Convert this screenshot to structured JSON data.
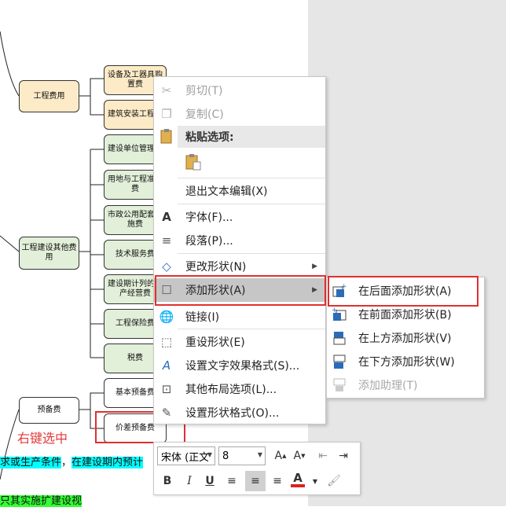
{
  "diagram": {
    "root_boxes": [
      {
        "id": "cost",
        "text": "工程费用"
      },
      {
        "id": "other",
        "text": "工程建设其他费用"
      },
      {
        "id": "reserve",
        "text": "预备费"
      }
    ],
    "leaf_boxes": [
      {
        "text": "设备及工器具购置费"
      },
      {
        "text": "建筑安装工程费"
      },
      {
        "text": "建设单位管理费"
      },
      {
        "text": "用地与工程准备费"
      },
      {
        "text": "市政公用配套设施费"
      },
      {
        "text": "技术服务费"
      },
      {
        "text": "建设期计列的生产经营费"
      },
      {
        "text": "工程保险费"
      },
      {
        "text": "税费"
      },
      {
        "text": "基本预备费"
      },
      {
        "text": "价差预备费"
      }
    ],
    "annotation": "右键选中"
  },
  "document_text": {
    "line1_part1": "求或生产条件",
    "line1_sep": "，",
    "line1_part2": "在建设期内预计",
    "line2": "只其实施扩建设视"
  },
  "context_menu": {
    "items": [
      {
        "label": "剪切(T)",
        "icon": "scissors-icon",
        "disabled": true
      },
      {
        "label": "复制(C)",
        "icon": "copy-icon",
        "disabled": true
      },
      {
        "label": "退出文本编辑(X)",
        "icon": "",
        "disabled": false
      },
      {
        "label": "字体(F)...",
        "icon": "font-icon",
        "disabled": false
      },
      {
        "label": "段落(P)...",
        "icon": "paragraph-icon",
        "disabled": false
      },
      {
        "label": "更改形状(N)",
        "icon": "change-shape-icon",
        "disabled": false
      },
      {
        "label": "添加形状(A)",
        "icon": "add-shape-icon",
        "disabled": false
      },
      {
        "label": "链接(I)",
        "icon": "link-icon",
        "disabled": false
      },
      {
        "label": "重设形状(E)",
        "icon": "reset-shape-icon",
        "disabled": false
      },
      {
        "label": "设置文字效果格式(S)...",
        "icon": "text-effect-icon",
        "disabled": false
      },
      {
        "label": "其他布局选项(L)...",
        "icon": "layout-icon",
        "disabled": false
      },
      {
        "label": "设置形状格式(O)...",
        "icon": "shape-format-icon",
        "disabled": false
      }
    ],
    "paste_header": "粘贴选项:"
  },
  "submenu": {
    "items": [
      {
        "label": "在后面添加形状(A)",
        "disabled": false
      },
      {
        "label": "在前面添加形状(B)",
        "disabled": false
      },
      {
        "label": "在上方添加形状(V)",
        "disabled": false
      },
      {
        "label": "在下方添加形状(W)",
        "disabled": false
      },
      {
        "label": "添加助理(T)",
        "disabled": true
      }
    ]
  },
  "mini_toolbar": {
    "font": "宋体 (正文",
    "size": "8",
    "buttons": [
      "B",
      "I",
      "U"
    ],
    "font_color": "#e02020"
  },
  "colors": {
    "highlight_red": "#e03030",
    "accent_blue": "#2b6cb8"
  }
}
